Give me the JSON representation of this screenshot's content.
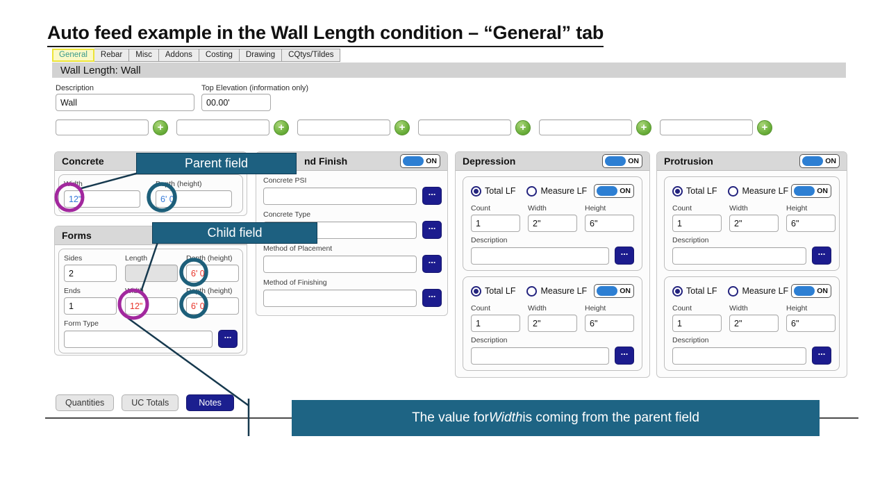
{
  "title": "Auto feed example in the Wall Length condition – “General” tab",
  "tabs": {
    "items": [
      {
        "label": "General",
        "active": true
      },
      {
        "label": "Rebar"
      },
      {
        "label": "Misc"
      },
      {
        "label": "Addons"
      },
      {
        "label": "Costing"
      },
      {
        "label": "Drawing"
      },
      {
        "label": "CQtys/Tildes"
      }
    ]
  },
  "condition_bar": {
    "label": "Wall Length: Wall"
  },
  "header_fields": {
    "description": {
      "label": "Description",
      "value": "Wall"
    },
    "top_elevation": {
      "label": "Top Elevation (information only)",
      "value": "00.00'"
    }
  },
  "icons": {
    "plus": "+",
    "ellipsis": "...",
    "toggle_on": "ON"
  },
  "concrete": {
    "title": "Concrete",
    "width": {
      "label": "Width",
      "value": "12\""
    },
    "depth": {
      "label": "Depth (height)",
      "value": "6' 0"
    }
  },
  "forms": {
    "title": "Forms",
    "sides": {
      "label": "Sides",
      "value": "2"
    },
    "length": {
      "label": "Length",
      "value": ""
    },
    "depth1": {
      "label": "Depth (height)",
      "value": "6' 0"
    },
    "ends": {
      "label": "Ends",
      "value": "1"
    },
    "width": {
      "label": "Width",
      "value": "12\""
    },
    "depth2": {
      "label": "Depth (height)",
      "value": "6' 0"
    },
    "form_type": {
      "label": "Form Type",
      "value": ""
    }
  },
  "finish": {
    "title_visible": "nd Finish",
    "toggle": "ON",
    "fields": [
      {
        "label": "Concrete PSI",
        "value": ""
      },
      {
        "label": "Concrete Type",
        "value": ""
      },
      {
        "label": "Method of Placement",
        "value": ""
      },
      {
        "label": "Method of Finishing",
        "value": ""
      }
    ]
  },
  "depression": {
    "title": "Depression",
    "toggle": "ON",
    "sections": [
      {
        "total_lf": "Total LF",
        "measure_lf": "Measure LF",
        "toggle": "ON",
        "count": {
          "label": "Count",
          "value": "1"
        },
        "width": {
          "label": "Width",
          "value": "2\""
        },
        "height": {
          "label": "Height",
          "value": "6\""
        },
        "description": {
          "label": "Description",
          "value": ""
        }
      },
      {
        "total_lf": "Total LF",
        "measure_lf": "Measure LF",
        "toggle": "ON",
        "count": {
          "label": "Count",
          "value": "1"
        },
        "width": {
          "label": "Width",
          "value": "2\""
        },
        "height": {
          "label": "Height",
          "value": "6\""
        },
        "description": {
          "label": "Description",
          "value": ""
        }
      }
    ]
  },
  "protrusion": {
    "title": "Protrusion",
    "toggle": "ON",
    "sections": [
      {
        "total_lf": "Total LF",
        "measure_lf": "Measure LF",
        "toggle": "ON",
        "count": {
          "label": "Count",
          "value": "1"
        },
        "width": {
          "label": "Width",
          "value": "2\""
        },
        "height": {
          "label": "Height",
          "value": "6\""
        },
        "description": {
          "label": "Description",
          "value": ""
        }
      },
      {
        "total_lf": "Total LF",
        "measure_lf": "Measure LF",
        "toggle": "ON",
        "count": {
          "label": "Count",
          "value": "1"
        },
        "width": {
          "label": "Width",
          "value": "2\""
        },
        "height": {
          "label": "Height",
          "value": "6\""
        },
        "description": {
          "label": "Description",
          "value": ""
        }
      }
    ]
  },
  "footer": {
    "buttons": [
      {
        "label": "Quantities"
      },
      {
        "label": "UC Totals"
      },
      {
        "label": "Notes",
        "primary": true
      }
    ]
  },
  "annotations": {
    "parent_label": "Parent field",
    "child_label": "Child field",
    "banner": {
      "prefix": "The value for ",
      "emphasis": "Width",
      "suffix": " is coming from the parent field"
    }
  },
  "colors": {
    "annotation_teal": "#1d6080",
    "banner_teal": "#1e6484",
    "callout_line": "#16394e",
    "parent_circle": "#a2289e",
    "child_circle": "#1d5f7a",
    "value_blue": "#3579d8",
    "value_red": "#e8342a",
    "navy": "#1c1c8e",
    "toggle_blue": "#2d7fd3",
    "active_tab_text": "#38998c",
    "active_tab_bg": "#fbf9c6"
  }
}
